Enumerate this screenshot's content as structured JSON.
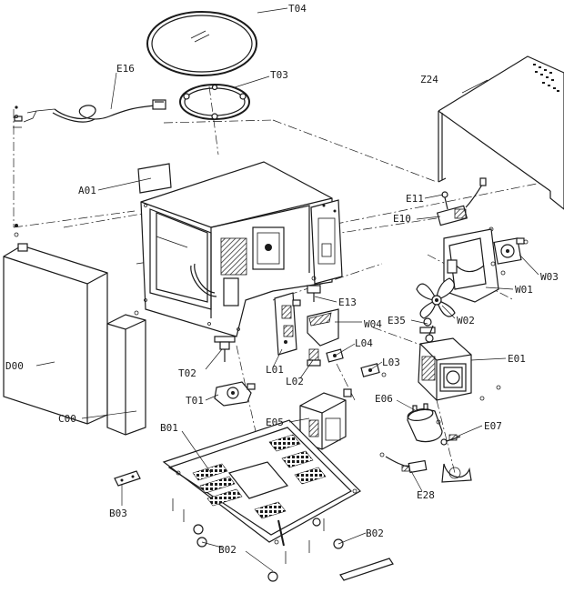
{
  "parts": {
    "T04": "T04",
    "T03": "T03",
    "E16": "E16",
    "Z24": "Z24",
    "A01": "A01",
    "E11": "E11",
    "E10": "E10",
    "W03": "W03",
    "W01": "W01",
    "W02": "W02",
    "E13": "E13",
    "E35": "E35",
    "W04": "W04",
    "L04": "L04",
    "L03": "L03",
    "L01": "L01",
    "L02": "L02",
    "E01": "E01",
    "D00": "D00",
    "T02": "T02",
    "T01": "T01",
    "C00": "C00",
    "E06": "E06",
    "E07": "E07",
    "E05": "E05",
    "B01": "B01",
    "E28": "E28",
    "B03": "B03",
    "B02_right": "B02",
    "B02_left": "B02"
  }
}
